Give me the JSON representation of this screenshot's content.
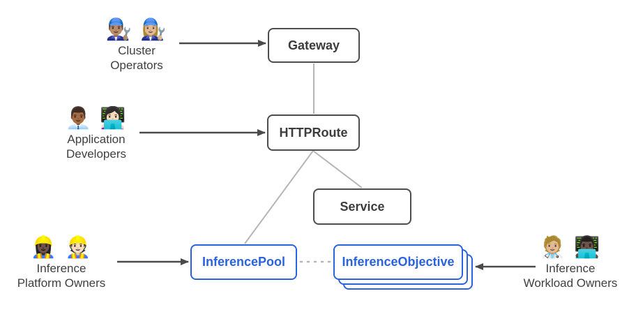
{
  "diagram": {
    "actors": {
      "cluster_operators": {
        "emoji": "👨🏽‍🔧 👩🏼‍🔧",
        "line1": "Cluster",
        "line2": "Operators"
      },
      "application_developers": {
        "emoji": "👨🏾‍💼 👩🏻‍💻",
        "line1": "Application",
        "line2": "Developers"
      },
      "inference_platform_owners": {
        "emoji": "👷🏿‍♀️ 👷🏻",
        "line1": "Inference",
        "line2": "Platform Owners"
      },
      "inference_workload_owners": {
        "emoji": "🧑🏼‍⚕️ 👨🏿‍💻",
        "line1": "Inference",
        "line2": "Workload Owners"
      }
    },
    "nodes": {
      "gateway": {
        "label": "Gateway",
        "style": "gray"
      },
      "httproute": {
        "label": "HTTPRoute",
        "style": "gray"
      },
      "service": {
        "label": "Service",
        "style": "gray"
      },
      "inference_pool": {
        "label": "InferencePool",
        "style": "blue"
      },
      "inference_objective": {
        "label": "InferenceObjective",
        "style": "blue-stacked"
      }
    },
    "edges": [
      {
        "from": "cluster_operators",
        "to": "gateway",
        "style": "arrow"
      },
      {
        "from": "application_developers",
        "to": "httproute",
        "style": "arrow"
      },
      {
        "from": "inference_platform_owners",
        "to": "inference_pool",
        "style": "arrow"
      },
      {
        "from": "inference_workload_owners",
        "to": "inference_objective",
        "style": "arrow"
      },
      {
        "from": "gateway",
        "to": "httproute",
        "style": "line"
      },
      {
        "from": "httproute",
        "to": "inference_pool",
        "style": "line"
      },
      {
        "from": "httproute",
        "to": "service",
        "style": "line"
      },
      {
        "from": "inference_pool",
        "to": "inference_objective",
        "style": "dotted"
      }
    ],
    "colors": {
      "background": "#ffffff",
      "node_border": "#4d4d4d",
      "node_text": "#3c3c3c",
      "blue_accent": "#2b62e0",
      "connector_gray": "#b5b5b5",
      "arrow_dark": "#4a4a4a",
      "label_text": "#3f3f3f"
    }
  }
}
